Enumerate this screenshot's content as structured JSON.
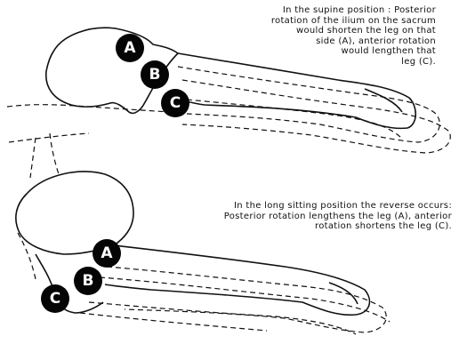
{
  "top_caption": {
    "lines": [
      "In the supine position : Posterior",
      "rotation of the ilium on the sacrum",
      "would shorten the leg on that",
      "side (A), anterior rotation",
      "would lengthen that",
      "leg (C)."
    ]
  },
  "bottom_caption": {
    "lines": [
      "In the long sitting position the reverse occurs:",
      "Posterior rotation lengthens the leg (A), anterior",
      "rotation shortens the leg (C)."
    ]
  },
  "top_markers": [
    "A",
    "B",
    "C"
  ],
  "bottom_markers": [
    "A",
    "B",
    "C"
  ]
}
